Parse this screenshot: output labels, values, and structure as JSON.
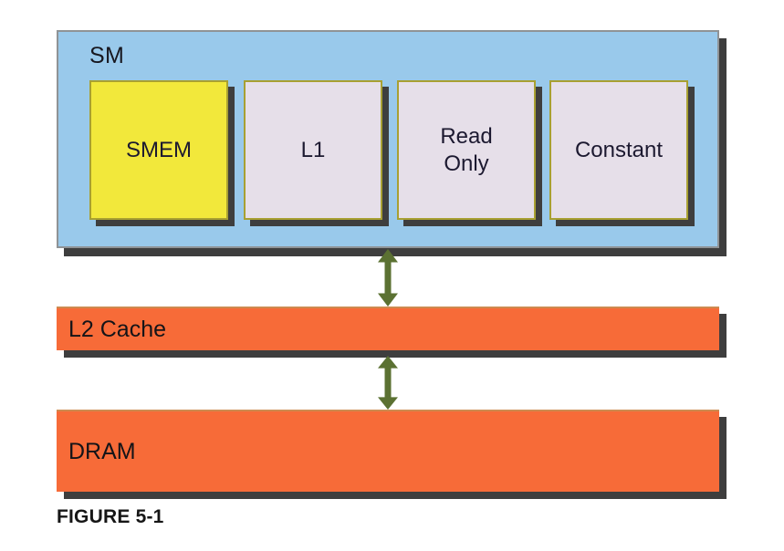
{
  "figure": {
    "caption": "FIGURE 5-1"
  },
  "sm": {
    "label": "SM",
    "boxes": [
      {
        "label": "SMEM",
        "fill": "#f2e83b"
      },
      {
        "label": "L1",
        "fill": "#e6dfe9"
      },
      {
        "label": "Read Only",
        "fill": "#e6dfe9"
      },
      {
        "label": "Constant",
        "fill": "#e6dfe9"
      }
    ]
  },
  "bars": [
    {
      "label": "L2 Cache"
    },
    {
      "label": "DRAM"
    }
  ],
  "icons": {
    "sm_to_l2_arrow": "double-headed-vertical-arrow",
    "l2_to_dram_arrow": "double-headed-vertical-arrow"
  },
  "colors": {
    "sm_fill": "#99c9eb",
    "sm_border": "#8f9396",
    "smem_fill": "#f2e83b",
    "cache_box_fill": "#e6dfe9",
    "box_border": "#a8a032",
    "bar_fill": "#f76b38",
    "bar_top_border": "#cd8a50",
    "arrow_green": "#5b7132",
    "shadow": "#3e3e3e",
    "text": "#1c1b26"
  }
}
